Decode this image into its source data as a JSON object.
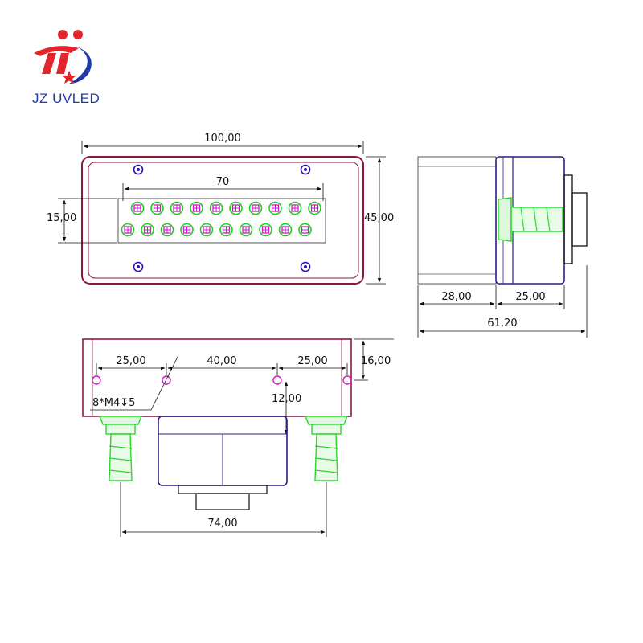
{
  "brand": {
    "name": "JZ UVLED",
    "logo_icon": "jz-logo-icon",
    "colors": {
      "red": "#e3262b",
      "blue": "#1f3aa8"
    }
  },
  "top_view": {
    "width": "100,00",
    "height": "45,00",
    "window_height": "15,00",
    "led_span": "70",
    "led_rows": 2,
    "led_columns": 10,
    "colors": {
      "body": "#8a1a3a",
      "led": "#1bd11b",
      "led_core": "#c81dc8",
      "screw": "#2a0fb0"
    }
  },
  "side_view": {
    "front_depth": "28,00",
    "rear_depth": "25,00",
    "total_depth": "61,20",
    "colors": {
      "housing": "#2a1d8c",
      "fitting": "#2ed82e"
    }
  },
  "front_view": {
    "hole_spacing_left": "25,00",
    "hole_spacing_middle": "40,00",
    "hole_spacing_right": "25,00",
    "height": "16,00",
    "hole_depth": "12,00",
    "thread_note": "8*M4↧5",
    "fitting_spacing": "74,00",
    "colors": {
      "body": "#8a1a3a",
      "hole": "#c81dc8",
      "fitting": "#2ed82e",
      "housing": "#2a1d8c"
    }
  }
}
